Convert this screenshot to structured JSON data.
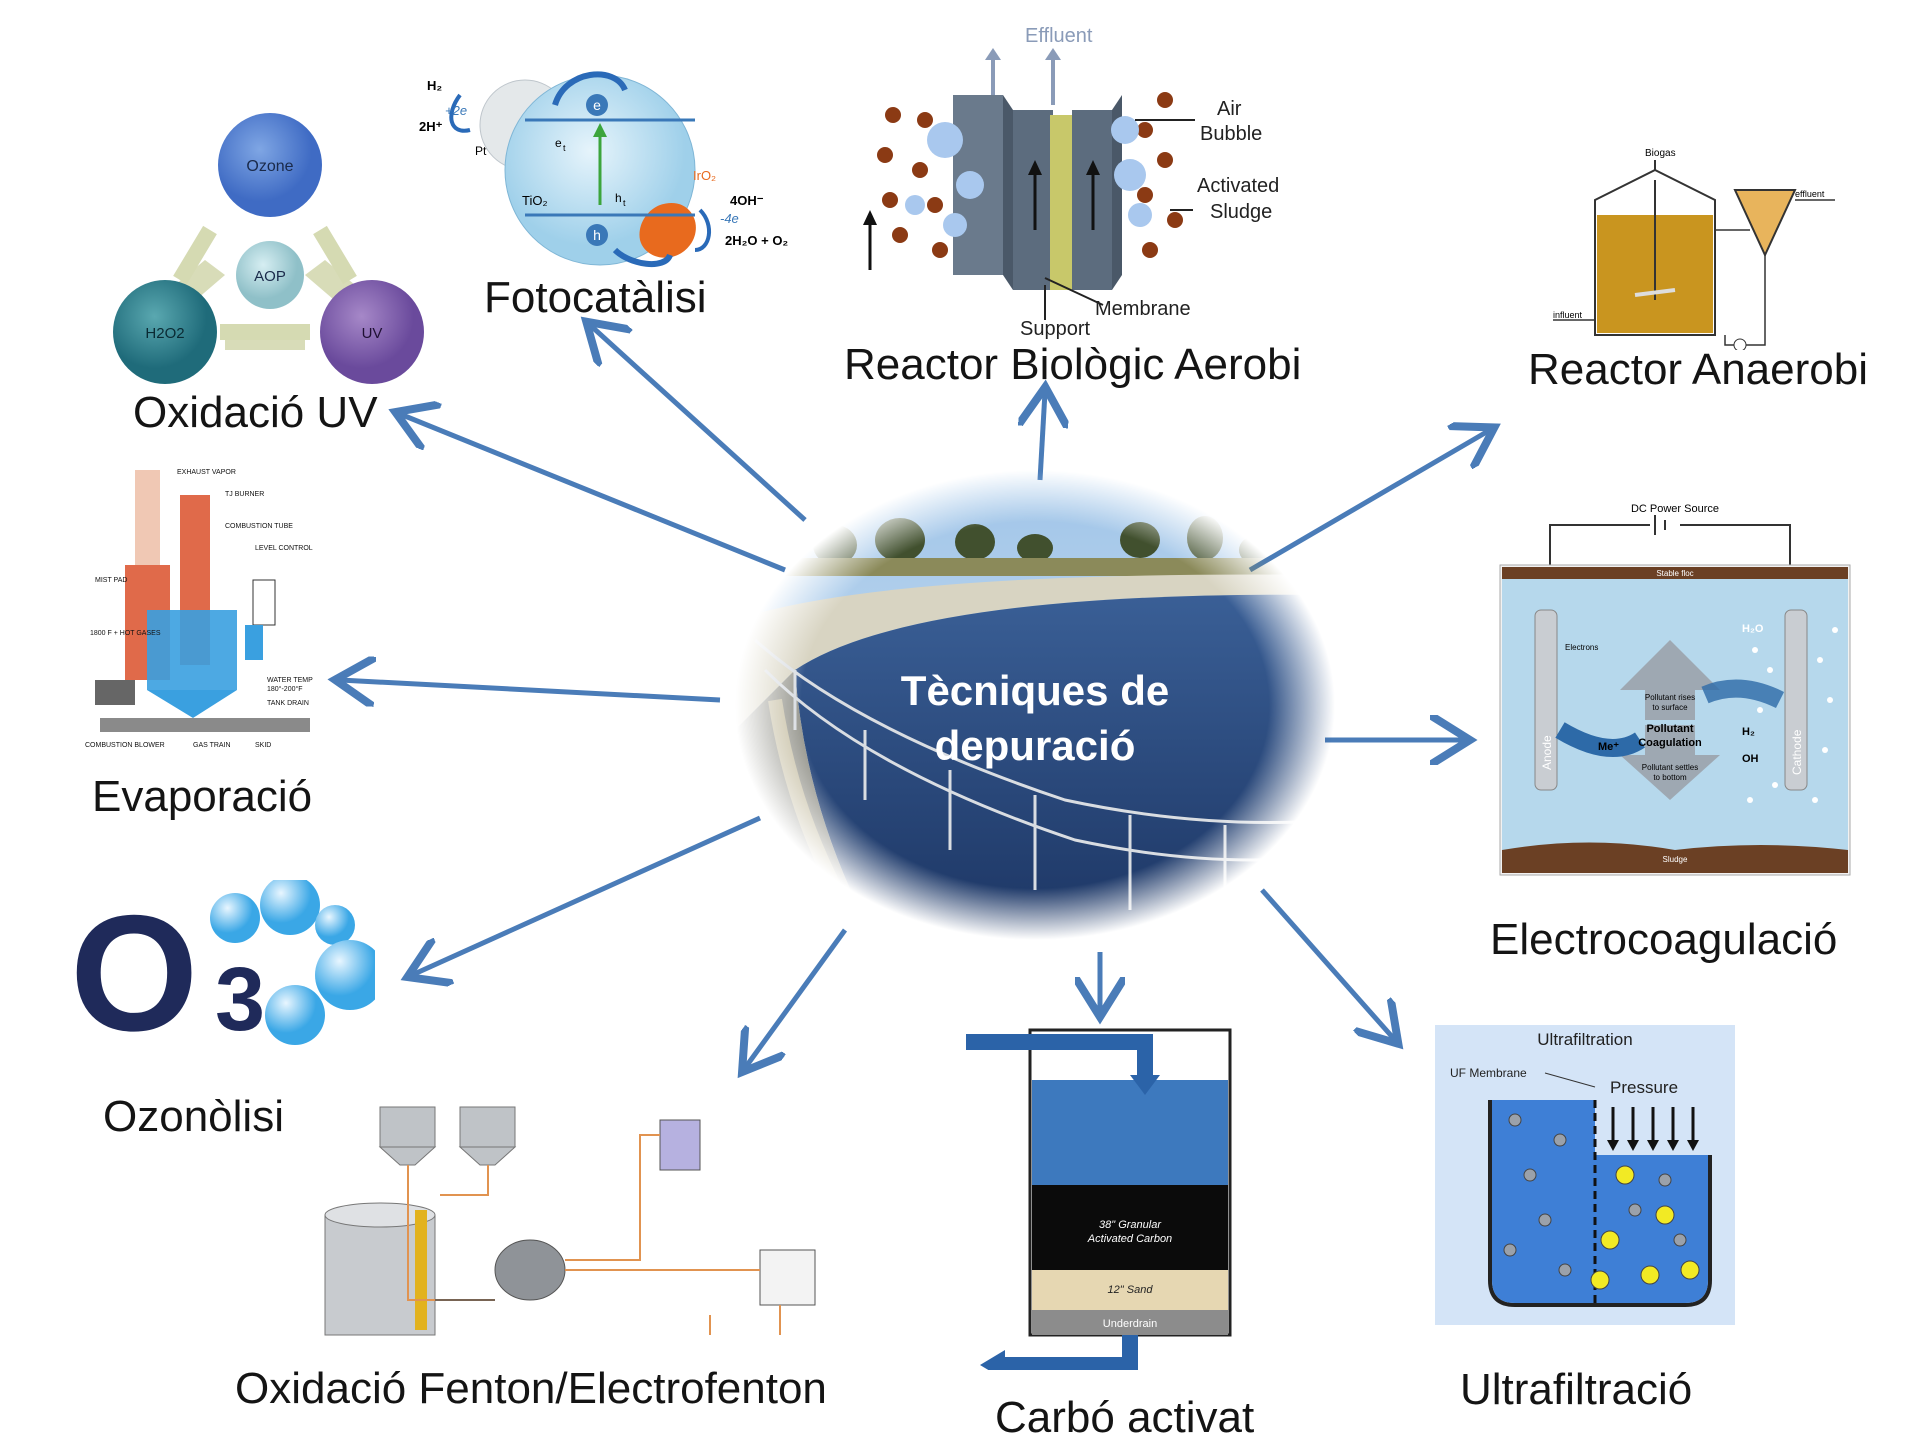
{
  "center": {
    "title_line1": "Tècniques de",
    "title_line2": "depuració"
  },
  "labels": {
    "oxidacio_uv": "Oxidació UV",
    "fotocatalisi": "Fotocatàlisi",
    "reactor_aerobi": "Reactor Biològic Aerobi",
    "reactor_anaerobi": "Reactor Anaerobi",
    "evaporacio": "Evaporació",
    "electrocoagulacio": "Electrocoagulació",
    "ozonolisi": "Ozonòlisi",
    "fenton": "Oxidació Fenton/Electrofenton",
    "carbo": "Carbó activat",
    "ultrafiltracio": "Ultrafiltració"
  },
  "uv_diagram": {
    "ozone": "Ozone",
    "aop": "AOP",
    "h2o2": "H2O2",
    "uv": "UV"
  },
  "photocat": {
    "h2": "H₂",
    "plus2e": "+2e",
    "twoh": "2H⁺",
    "pt": "Pt",
    "et": "e",
    "et_sub": "t",
    "e": "e",
    "h": "h",
    "ht": "h",
    "ht_sub": "t",
    "tio2": "TiO₂",
    "iro2": "IrO₂",
    "oh": "4OH⁻",
    "minus4e": "-4e",
    "products": "2H₂O + O₂"
  },
  "aerobic": {
    "effluent": "Effluent",
    "air": "Air",
    "bubble": "Bubble",
    "activated": "Activated",
    "sludge": "Sludge",
    "membrane": "Membrane",
    "support": "Support"
  },
  "anaerobic": {
    "biogas": "Biogas",
    "effluent": "effluent",
    "influent": "influent"
  },
  "evap": {
    "exhaust": "EXHAUST VAPOR",
    "burner": "TJ BURNER",
    "tube": "COMBUSTION TUBE",
    "level": "LEVEL CONTROL",
    "mist": "MIST PAD",
    "hot": "1800 F + HOT GASES",
    "watertemp": "WATER TEMP",
    "temprange": "180°-200°F",
    "drain": "TANK DRAIN",
    "blower": "COMBUSTION BLOWER",
    "gas": "GAS TRAIN",
    "skid": "SKID"
  },
  "ozone": {
    "o": "O",
    "three": "3"
  },
  "electro": {
    "power": "DC Power Source",
    "floc": "Stable floc",
    "electrons": "Electrons",
    "h2o": "H₂O",
    "rises": "Pollutant rises",
    "rises2": "to surface",
    "pollutant": "Pollutant",
    "coag": "Coagulation",
    "settles": "Pollutant settles",
    "settles2": "to bottom",
    "me": "Me⁺",
    "h2": "H₂",
    "oh": "OH",
    "anode": "Anode",
    "cathode": "Cathode",
    "sludge": "Sludge"
  },
  "carbon": {
    "granular1": "38\" Granular",
    "granular2": "Activated Carbon",
    "sand": "12\" Sand",
    "underdrain": "Underdrain"
  },
  "uf": {
    "title": "Ultrafiltration",
    "membrane": "UF Membrane",
    "pressure": "Pressure"
  },
  "colors": {
    "arrow": "#4a7cb8",
    "water": "#24467a",
    "sky": "#bcd6ee"
  }
}
